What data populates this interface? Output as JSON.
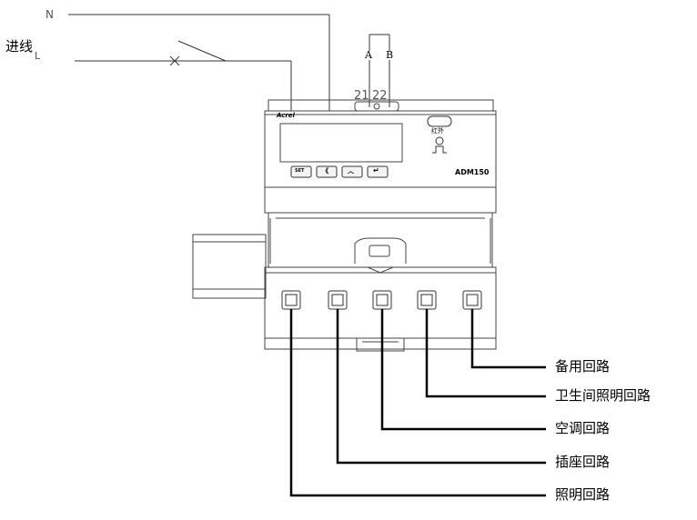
{
  "wiring": {
    "neutral_label": "N",
    "line_in_label": "进线",
    "line_in_suffix": "L",
    "bus_a_label": "A",
    "bus_b_label": "B",
    "terminal_21": "21",
    "terminal_22": "22"
  },
  "meter": {
    "brand": "Acrel",
    "model": "ADM150",
    "infrared_label": "红外",
    "buttons": [
      "SET",
      "《",
      "︿",
      "↵"
    ]
  },
  "circuits": [
    {
      "label": "备用回路"
    },
    {
      "label": "卫生间照明回路"
    },
    {
      "label": "空调回路"
    },
    {
      "label": "插座回路"
    },
    {
      "label": "照明回路"
    }
  ],
  "colors": {
    "line": "#000000",
    "outline": "#444444",
    "thin_text": "#555555"
  }
}
